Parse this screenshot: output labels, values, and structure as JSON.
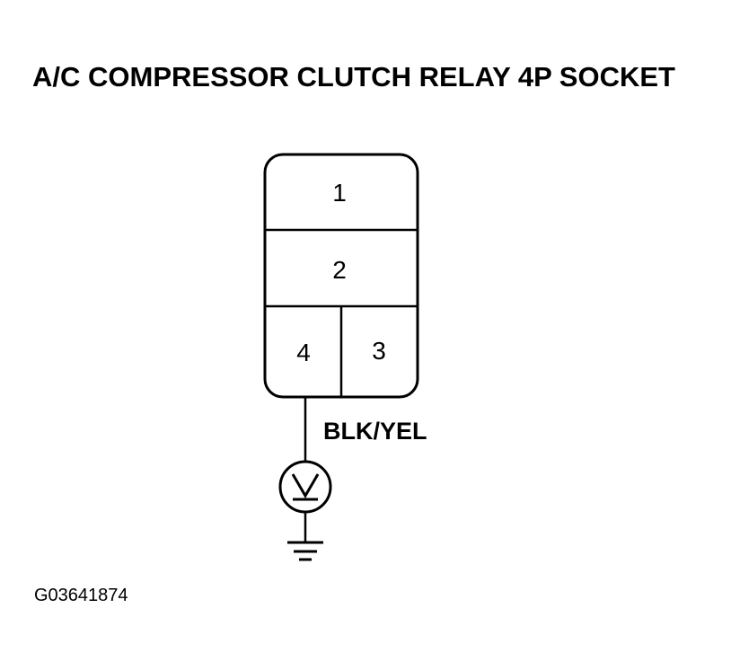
{
  "title": "A/C COMPRESSOR CLUTCH RELAY 4P SOCKET",
  "connector": {
    "terminals": [
      {
        "number": "1"
      },
      {
        "number": "2"
      },
      {
        "number": "3"
      },
      {
        "number": "4"
      }
    ]
  },
  "wire": {
    "color_label": "BLK/YEL"
  },
  "meter_symbol": "voltmeter-icon",
  "ground_symbol": "ground-icon",
  "figure_id": "G03641874"
}
